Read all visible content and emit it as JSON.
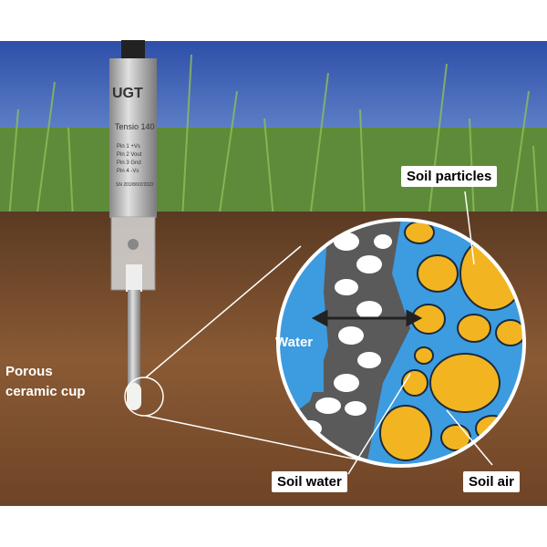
{
  "labels": {
    "soil_particles": "Soil particles",
    "water": "Water",
    "porous_line1": "Porous",
    "porous_line2": "ceramic cup",
    "soil_water": "Soil water",
    "soil_air": "Soil air"
  },
  "device": {
    "brand": "UGT",
    "model": "Tensio 140",
    "pins": [
      "Pin 1  +Vs",
      "Pin 2  Vout",
      "Pin 3  Gnd",
      "Pin 4  -Vs"
    ],
    "serial": "SN 201/8/0/2/2022"
  },
  "colors": {
    "sky": "#3f63b8",
    "grass": "#5d8b3a",
    "soil": "#7a4a2a",
    "water": "#3d9be0",
    "particles": "#f2b521"
  }
}
